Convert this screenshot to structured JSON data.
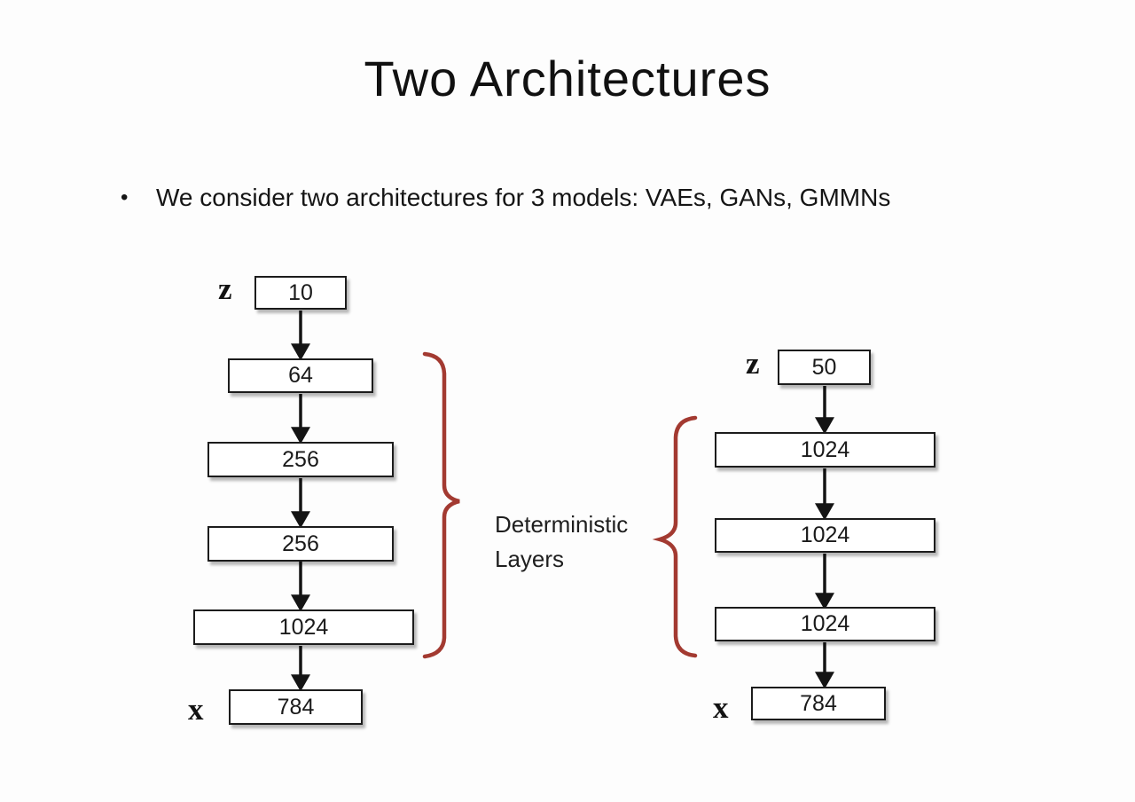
{
  "slide": {
    "title": "Two Architectures",
    "bullet_marker": "•",
    "bullet_text": "We consider two architectures for 3 models: VAEs, GANs, GMMNs",
    "brace_label_line1": "Deterministic",
    "brace_label_line2": "Layers",
    "accent_color": "#a33a31",
    "box_border_color": "#1c1c1c"
  },
  "left_network": {
    "input_label": "z",
    "output_label": "x",
    "layers": [
      "10",
      "64",
      "256",
      "256",
      "1024",
      "784"
    ]
  },
  "right_network": {
    "input_label": "z",
    "output_label": "x",
    "layers": [
      "50",
      "1024",
      "1024",
      "1024",
      "784"
    ]
  }
}
